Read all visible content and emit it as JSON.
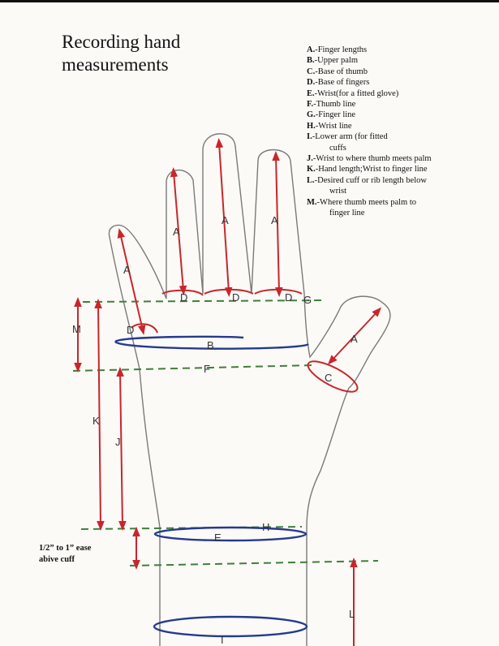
{
  "title_line1": "Recording hand",
  "title_line2": "measurements",
  "legend": [
    {
      "key": "A.",
      "text": "-Finger lengths"
    },
    {
      "key": "B.",
      "text": "-Upper palm"
    },
    {
      "key": "C.",
      "text": "-Base of thumb"
    },
    {
      "key": "D.",
      "text": "-Base of fingers"
    },
    {
      "key": "E.",
      "text": "-Wrist(for a fitted glove)"
    },
    {
      "key": "F.",
      "text": "-Thumb line"
    },
    {
      "key": "G.",
      "text": "-Finger line"
    },
    {
      "key": "H.",
      "text": "-Wrist line"
    },
    {
      "key": "I.",
      "text": "-Lower arm (for fitted",
      "cont": "cuffs"
    },
    {
      "key": "J.",
      "text": "-Wrist to where thumb meets palm"
    },
    {
      "key": "K.",
      "text": "-Hand length;Wrist to finger line"
    },
    {
      "key": "L.",
      "text": "-Desired cuff or rib length below",
      "cont": "wrist"
    },
    {
      "key": "M.",
      "text": "-Where thumb meets palm to",
      "cont": "finger line"
    }
  ],
  "ease_note_line1": "1/2” to 1” ease",
  "ease_note_line2": "abive cuff",
  "diagram_labels": {
    "a": "A",
    "b": "B",
    "c": "C",
    "d": "D",
    "e": "E",
    "f": "F",
    "g": "G",
    "h": "H",
    "i": "I",
    "j": "J",
    "k": "K",
    "l": "L",
    "m": "M"
  },
  "colors": {
    "outline": "#7a7a7a",
    "red_measure": "#c8262b",
    "blue_measure": "#253a8f",
    "green_line": "#3f7f3a"
  }
}
